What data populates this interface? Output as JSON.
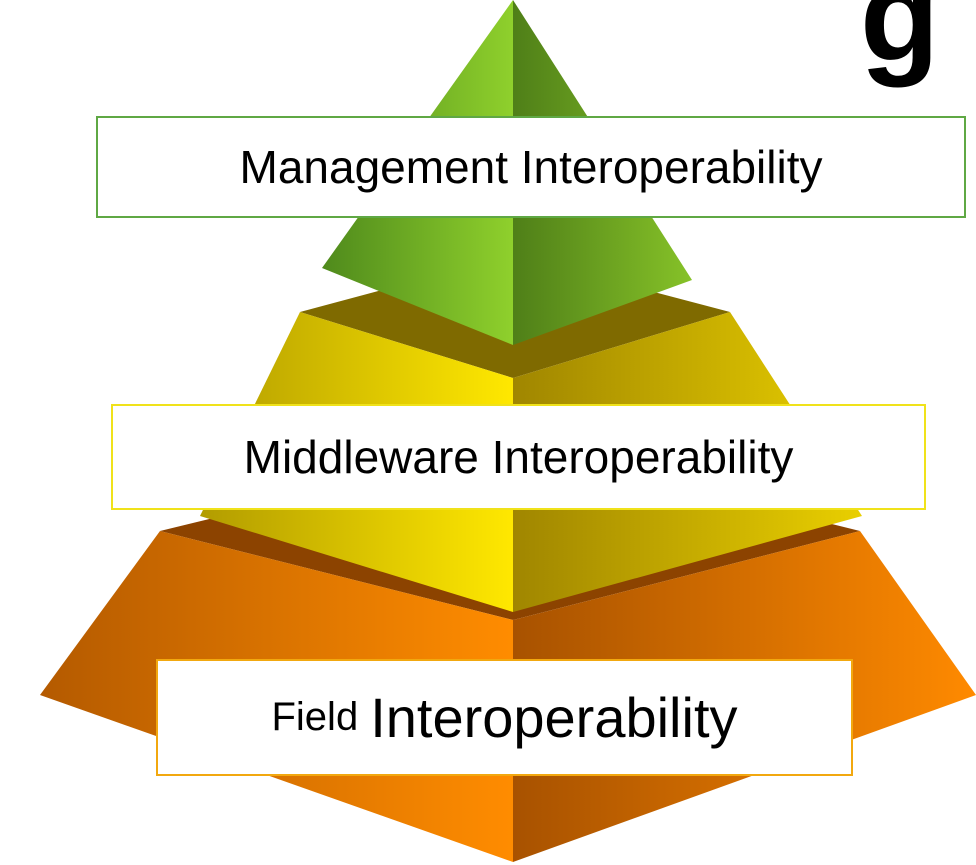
{
  "layers": [
    {
      "id": "management",
      "label": "Management Interoperability",
      "color": "#7fc22a"
    },
    {
      "id": "middleware",
      "label": "Middleware Interoperability",
      "color": "#e6d000"
    },
    {
      "id": "field",
      "label_prefix": "Field",
      "label_main": "Interoperability",
      "color": "#e57a00"
    }
  ],
  "title_fragment": "g"
}
